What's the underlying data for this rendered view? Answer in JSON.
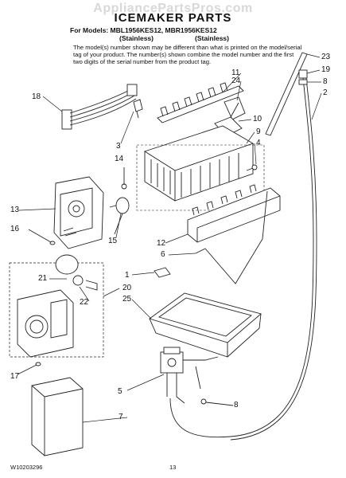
{
  "watermark": "AppliancePartsPros.com",
  "title": "ICEMAKER PARTS",
  "models_line": "For Models: MBL1956KES12, MBR1956KES12",
  "stainless_left": "(Stainless)",
  "stainless_right": "(Stainless)",
  "note": "The model(s) number shown may be different than what is printed on the model/serial tag of your product. The number(s) shown combine the model number and the first two digits of the serial number from the product tag.",
  "callouts": [
    {
      "id": "c23",
      "label": "23"
    },
    {
      "id": "c19",
      "label": "19"
    },
    {
      "id": "c8a",
      "label": "8"
    },
    {
      "id": "c2",
      "label": "2"
    },
    {
      "id": "c11",
      "label": "11"
    },
    {
      "id": "c24",
      "label": "24"
    },
    {
      "id": "c18",
      "label": "18"
    },
    {
      "id": "c10",
      "label": "10"
    },
    {
      "id": "c9",
      "label": "9"
    },
    {
      "id": "c4",
      "label": "4"
    },
    {
      "id": "c3",
      "label": "3"
    },
    {
      "id": "c14",
      "label": "14"
    },
    {
      "id": "c13",
      "label": "13"
    },
    {
      "id": "c16",
      "label": "16"
    },
    {
      "id": "c15",
      "label": "15"
    },
    {
      "id": "c12",
      "label": "12"
    },
    {
      "id": "c6",
      "label": "6"
    },
    {
      "id": "c1",
      "label": "1"
    },
    {
      "id": "c21",
      "label": "21"
    },
    {
      "id": "c20",
      "label": "20"
    },
    {
      "id": "c22",
      "label": "22"
    },
    {
      "id": "c25",
      "label": "25"
    },
    {
      "id": "c17",
      "label": "17"
    },
    {
      "id": "c5",
      "label": "5"
    },
    {
      "id": "c8b",
      "label": "8"
    },
    {
      "id": "c7",
      "label": "7"
    }
  ],
  "footer_left": "W10203296",
  "footer_page": "13"
}
